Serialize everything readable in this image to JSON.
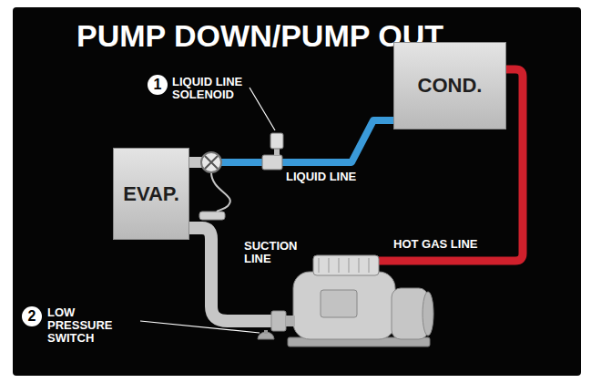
{
  "diagram": {
    "title": "PUMP DOWN/PUMP OUT",
    "nodes": [
      {
        "text": [
          "COND."
        ]
      },
      {
        "text": [
          "EVAP."
        ]
      }
    ],
    "edges": [
      {
        "from": 0,
        "to": 1,
        "arrow": "none",
        "label": "LIQUID LINE"
      }
    ],
    "labels": [
      "1",
      "LIQUID LINE SOLENOID",
      "SUCTION LINE",
      "HOT GAS LINE",
      "2",
      "LOW PRESSURE SWITCH"
    ]
  }
}
